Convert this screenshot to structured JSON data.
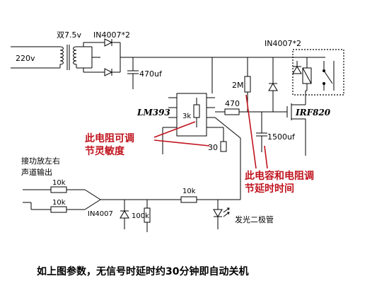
{
  "labels": {
    "mains_voltage": "220v",
    "transformer": "双7.5v",
    "bridge_diodes": "IN4007*2",
    "relay_diodes": "IN4007*2",
    "cap_470": "470uf",
    "r_2m": "2M",
    "r_470": "470",
    "r_3k": "3k",
    "r_30": "30",
    "cap_1500": "1500uf",
    "chip": "LM393",
    "mosfet": "IRF820",
    "input_label_1": "接功放左右",
    "input_label_2": "声道输出",
    "r_10k_a": "10k",
    "r_10k_b": "10k",
    "r_10k_c": "10k",
    "diode_in": "IN4007",
    "r_100k": "100k",
    "led": "发光二极管"
  },
  "notes": {
    "resistor_line1": "此电阻可调",
    "resistor_line2": "节灵敏度",
    "cap_line1": "此电容和电阻调",
    "cap_line2": "节延时时间"
  },
  "caption": "如上图参数，无信号时延时约30分钟即自动关机",
  "colors": {
    "annotation": "#c0141e",
    "line": "#000000"
  }
}
